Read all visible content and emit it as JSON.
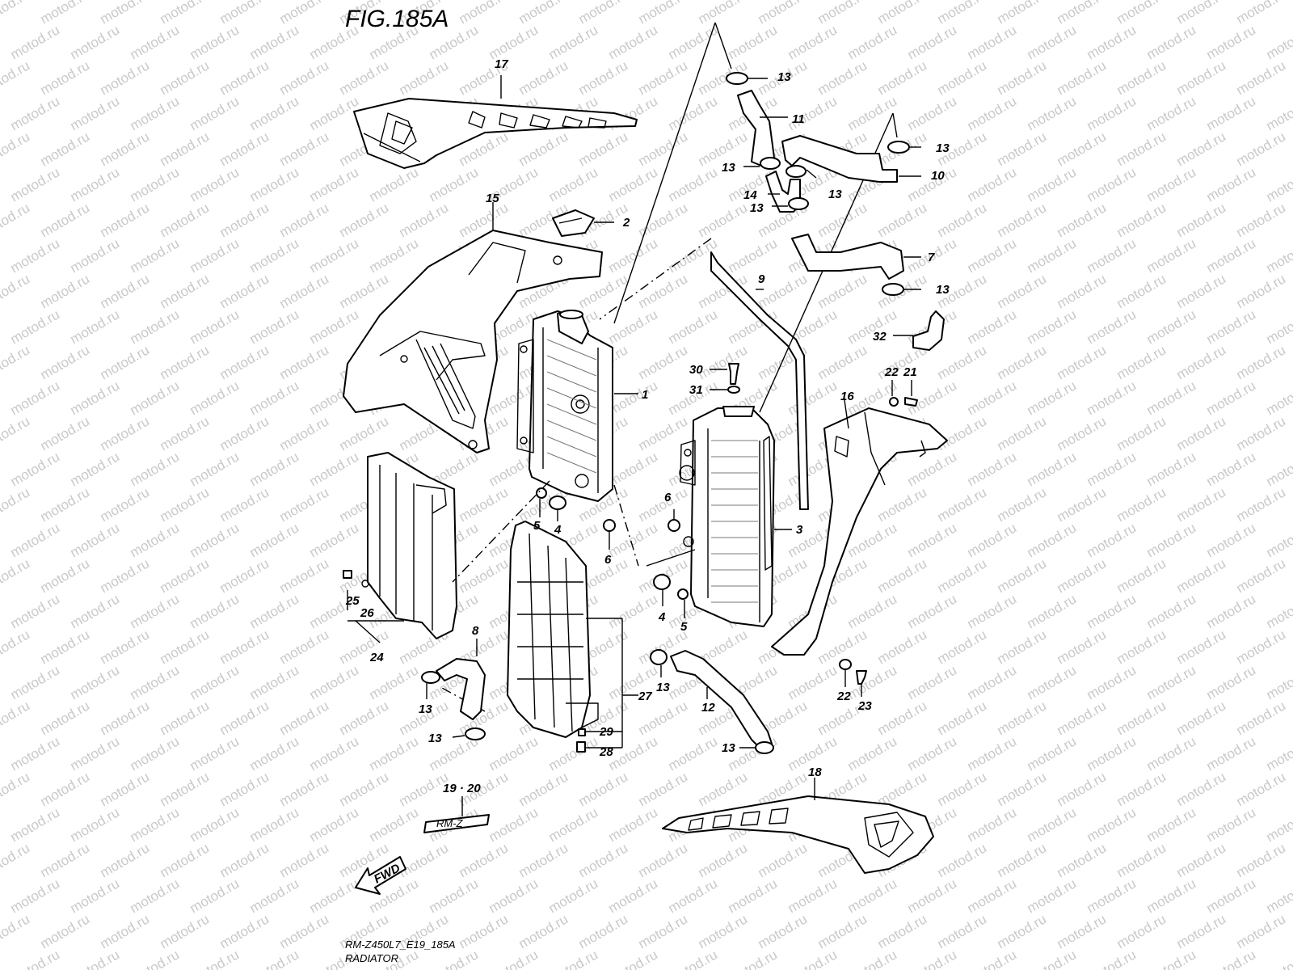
{
  "figure_title": "FIG.185A",
  "watermark": "motod.ru",
  "footer": {
    "code": "RM-Z450L7_E19_185A",
    "name": "RADIATOR"
  },
  "fwd_label": "FWD",
  "emblem_text": "RM-Z",
  "callouts": [
    "1",
    "2",
    "3",
    "4",
    "4",
    "5",
    "5",
    "6",
    "6",
    "7",
    "8",
    "9",
    "10",
    "11",
    "12",
    "13",
    "13",
    "13",
    "13",
    "13",
    "13",
    "13",
    "13",
    "13",
    "13",
    "14",
    "15",
    "16",
    "17",
    "18",
    "19 · 20",
    "21",
    "22",
    "22",
    "23",
    "24",
    "25",
    "26",
    "27",
    "28",
    "29",
    "30",
    "31",
    "32"
  ],
  "colors": {
    "line": "#000000",
    "watermark": "#c9c9c9",
    "background": "#ffffff"
  }
}
